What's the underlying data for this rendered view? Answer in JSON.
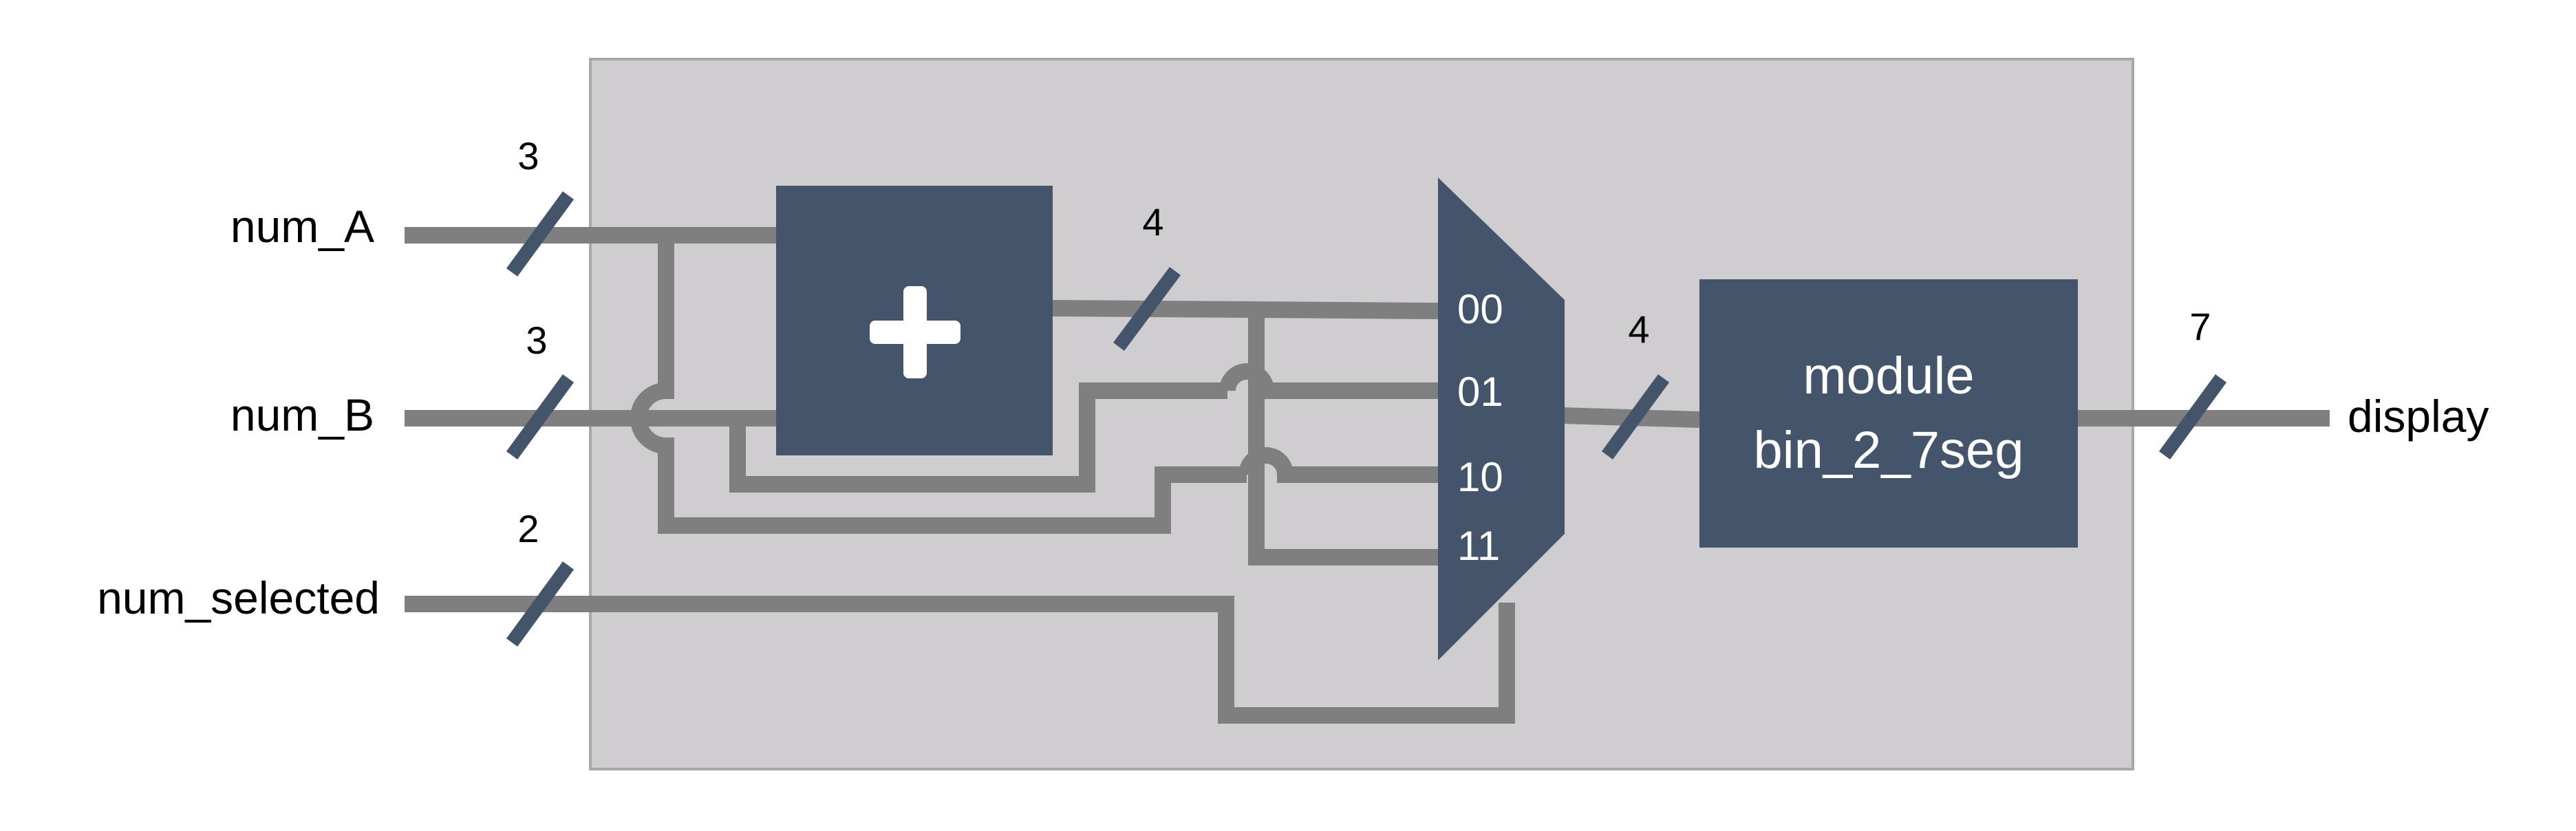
{
  "inputs": {
    "a": "num_A",
    "b": "num_B",
    "sel": "num_selected"
  },
  "output": "display",
  "widths": {
    "a": "3",
    "b": "3",
    "sel": "2",
    "sum": "4",
    "mux_out": "4",
    "display": "7"
  },
  "adder": {
    "symbol": "+"
  },
  "mux": {
    "ports": [
      "00",
      "01",
      "10",
      "11"
    ]
  },
  "module": {
    "line1": "module",
    "line2": "bin_2_7seg"
  },
  "colors": {
    "background_box": "#d0cdd0",
    "box_border": "#a8a6a8",
    "wire": "#7f7f7f",
    "block": "#44546a",
    "text": "#000000",
    "block_text": "#ffffff"
  }
}
